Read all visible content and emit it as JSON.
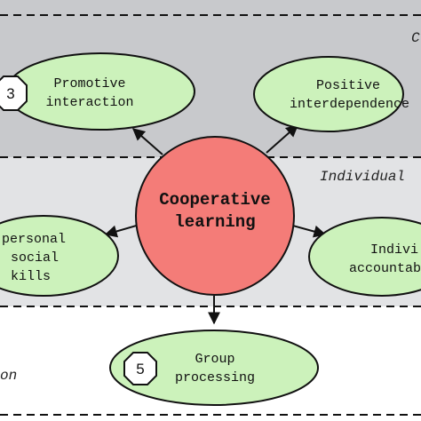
{
  "diagram": {
    "center": {
      "line1": "Cooperative",
      "line2": "learning"
    },
    "bands": {
      "top_label": "C",
      "middle_label": "Individual",
      "bottom_label": "on"
    },
    "nodes": {
      "promotive": {
        "badge": "3",
        "line1": "Promotive",
        "line2": "interaction"
      },
      "positive": {
        "line1": "Positive",
        "line2": "interdependence"
      },
      "interpersonal": {
        "line1": "personal",
        "line2": "social",
        "line3": "kills"
      },
      "individual": {
        "line1": "Indivi",
        "line2": "accountab"
      },
      "group": {
        "badge": "5",
        "line1": "Group",
        "line2": "processing"
      }
    },
    "colors": {
      "center_fill": "#f47c78",
      "node_fill": "#ccf2bb",
      "band_gray": "#c8c9cc",
      "band_light": "#e2e3e5"
    }
  }
}
